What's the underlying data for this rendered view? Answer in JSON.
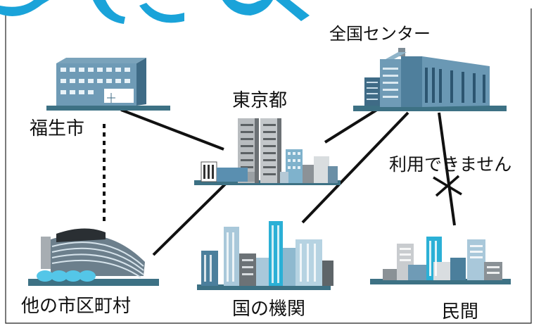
{
  "nodes": {
    "fussa": "福生市",
    "tokyo": "東京都",
    "center": "全国センター",
    "other_municipalities": "他の市区町村",
    "national_agencies": "国の機関",
    "private_sector": "民間"
  },
  "annotations": {
    "unavailable": "利用できません"
  },
  "header_text": "ワーとス",
  "colors": {
    "header": "#1aa3d9",
    "building_dark": "#3f6b86",
    "building_mid": "#6f9bb6",
    "building_light": "#a9c8da",
    "building_cyan": "#2bb0d6",
    "ground": "#3d7184",
    "connector": "#111111"
  }
}
